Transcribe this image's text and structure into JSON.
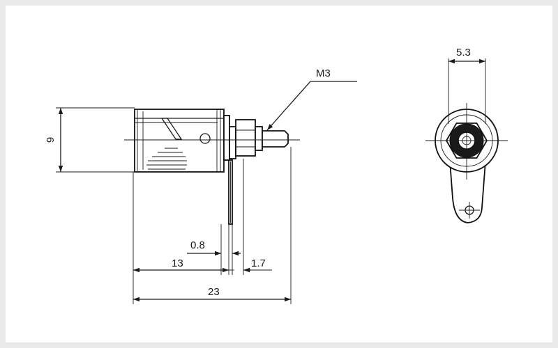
{
  "labels": {
    "thread": "M3",
    "height": "9",
    "lead_thickness": "0.8",
    "body_to_lead": "13",
    "lead_spacing": "1.7",
    "overall_length": "23",
    "front_width": "5.3"
  }
}
